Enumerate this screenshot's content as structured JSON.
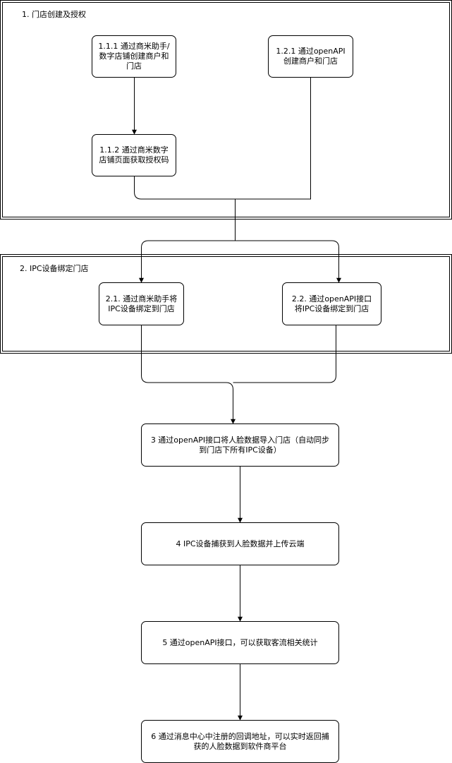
{
  "groups": {
    "group1_title": "1. 门店创建及授权",
    "group2_title": "2. IPC设备绑定门店"
  },
  "nodes": {
    "n111": "1.1.1 通过商米助手/数字店铺创建商户和门店",
    "n112": "1.1.2 通过商米数字店铺页面获取授权码",
    "n121": "1.2.1 通过openAPI创建商户和门店",
    "n21": "2.1. 通过商米助手将IPC设备绑定到门店",
    "n22": "2.2. 通过openAPI接口将IPC设备绑定到门店",
    "n3": "3 通过openAPI接口将人脸数据导入门店（自动同步到门店下所有IPC设备）",
    "n4": "4 IPC设备捕获到人脸数据并上传云端",
    "n5": "5 通过openAPI接口，可以获取客流相关统计",
    "n6": "6 通过消息中心中注册的回调地址，可以实时返回捕获的人脸数据到软件商平台"
  }
}
